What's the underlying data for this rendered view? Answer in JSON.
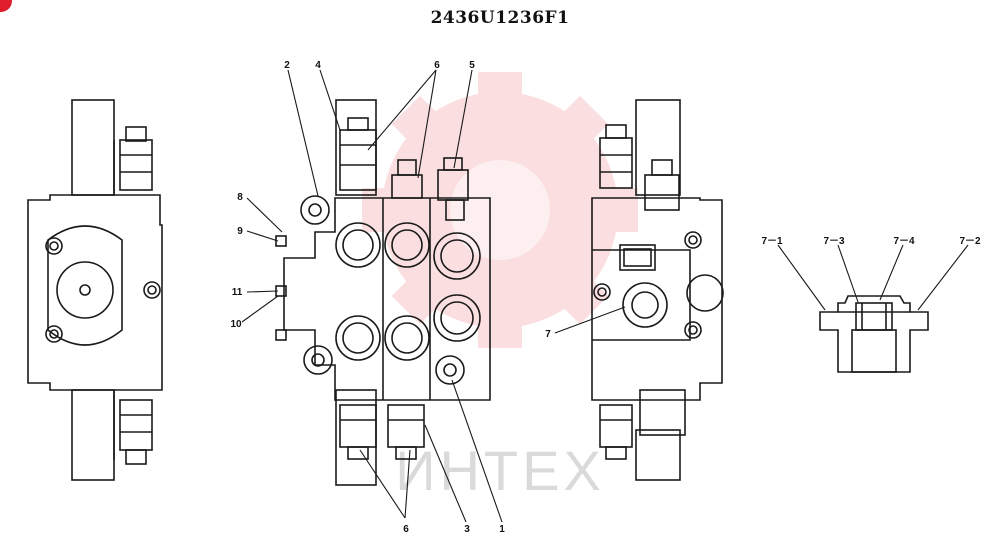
{
  "title": "2436U1236F1",
  "watermark": {
    "text": "ИНТЕХ",
    "color": "#e8383d"
  },
  "callouts": {
    "c1": "1",
    "c2": "2",
    "c3": "3",
    "c4": "4",
    "c5": "5",
    "c6a": "6",
    "c6b": "6",
    "c7": "7",
    "c8": "8",
    "c9": "9",
    "c10": "10",
    "c11": "11",
    "c7_1": "7－1",
    "c7_2": "7－2",
    "c7_3": "7－3",
    "c7_4": "7－4"
  },
  "colors": {
    "line": "#1a1a1a",
    "accent": "#e01d2a"
  }
}
